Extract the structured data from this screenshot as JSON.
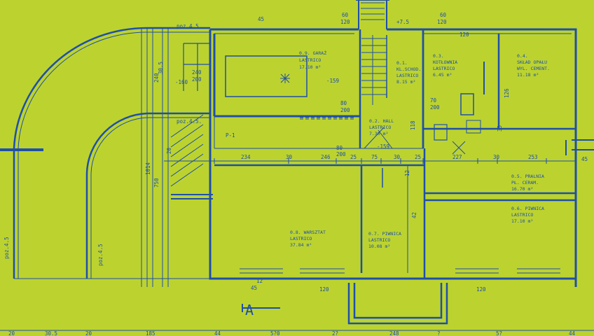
{
  "plan": {
    "colors": {
      "background": "#bcd32f",
      "ink": "#1f4fa8"
    },
    "rooms": {
      "garaz": [
        "0.9. GARAŻ",
        "LASTRICO",
        "17.10 m²"
      ],
      "hall": [
        "0.2. HALL",
        "LASTRICO",
        "7.30 m²"
      ],
      "klsch": [
        "0.1.",
        "KL.SCHOD.",
        "LASTRICO",
        "8.15 m²"
      ],
      "kotlownia": [
        "0.3.",
        "KOTŁOWNIA",
        "LASTRICO",
        "6.45 m²"
      ],
      "sklad": [
        "0.4.",
        "SKŁAD OPAŁU",
        "WYL. CEMENT.",
        "11.18 m²"
      ],
      "pralnia": [
        "0.5. PRALNIA",
        "PŁ. CERAM.",
        "16.70 m²"
      ],
      "piwnica6": [
        "0.6. PIWNICA",
        "LASTRICO",
        "17.10 m²"
      ],
      "warsztat": [
        "0.8. WARSZTAT",
        "LASTRICO",
        "37.84 m²"
      ],
      "piwnica7": [
        "0.7. PIWNICA",
        "LASTRICO",
        "10.08 m²"
      ]
    },
    "dims": {
      "d234": "234",
      "d30a": "30",
      "d246": "246",
      "d25a": "25",
      "d75": "75",
      "d30b": "30",
      "d25b": "25",
      "d227": "227",
      "d30c": "30",
      "d253": "253",
      "d159a": "-159",
      "d159b": "-159",
      "d160": "-160",
      "d240": "240",
      "d200a": "200",
      "d70": "70",
      "d200b": "200",
      "d80a": "80",
      "d200c": "200",
      "d80b": "80",
      "d200d": "200",
      "d60": "60",
      "d120a": "120",
      "d60b": "60",
      "d120b": "120",
      "d75b": "+7.5",
      "poz45a": "poz.4.5.",
      "poz45b": "poz.4.5.",
      "poz45c": "poz.4.5",
      "poz45d": "poz.4.5",
      "v126": "126",
      "v118": "118",
      "v42": "42",
      "v12": "12",
      "v35": "35",
      "v45": "45",
      "v750": "750",
      "v1014": "1014",
      "v240": "240",
      "v20": "20",
      "v305": "30.5",
      "w1": "12",
      "w2": "120",
      "b1": "45",
      "b2": "120",
      "b3": "45",
      "b4": "120",
      "p1": "P-1",
      "arrow": "A"
    },
    "bottom": [
      "20",
      "30.5",
      "20",
      "185",
      "44",
      "5?0",
      "2?",
      "248",
      "?",
      "5?",
      "44"
    ]
  }
}
